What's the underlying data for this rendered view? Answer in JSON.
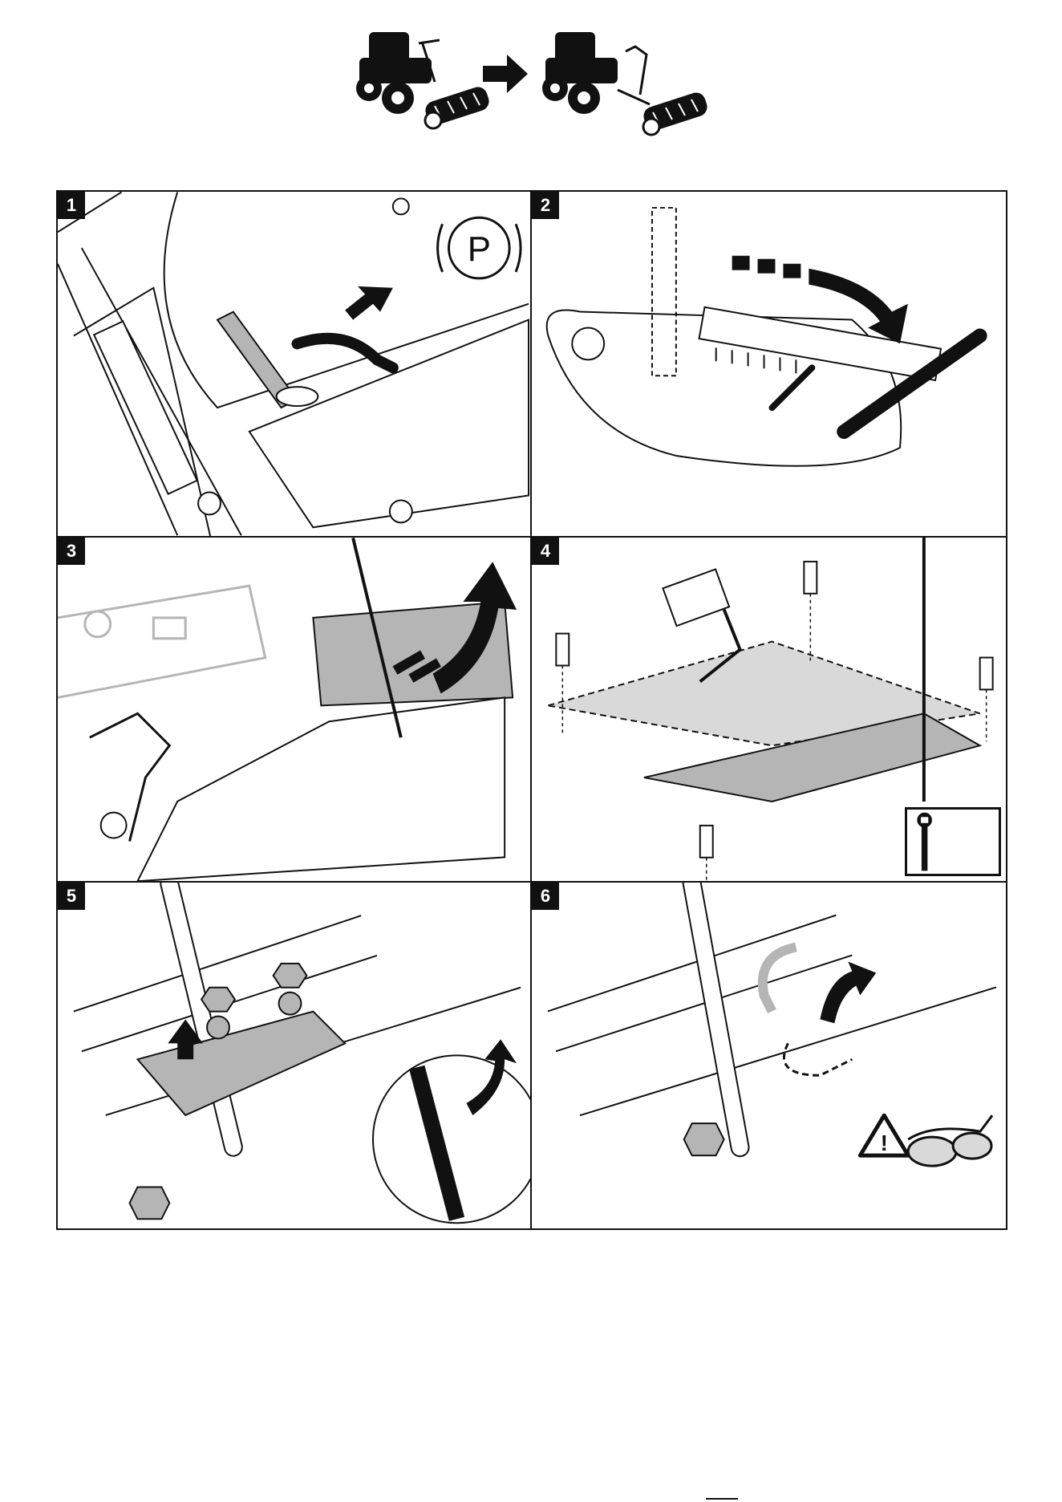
{
  "steps": [
    {
      "number": "1",
      "icon": "parking-brake-icon"
    },
    {
      "number": "2",
      "icon": "lever-arrow-icon"
    },
    {
      "number": "3",
      "icon": "lift-arrow-icon"
    },
    {
      "number": "4",
      "icon": "wrench-icon"
    },
    {
      "number": "5",
      "icon": "nut-washer-icon"
    },
    {
      "number": "6",
      "icon": "safety-glasses-icon"
    }
  ],
  "symbols": {
    "parking_letter": "P",
    "warning_mark": "!"
  },
  "colors": {
    "ink": "#111111",
    "part_gray": "#b5b5b5",
    "light_gray": "#d9d9d9",
    "background": "#ffffff"
  }
}
